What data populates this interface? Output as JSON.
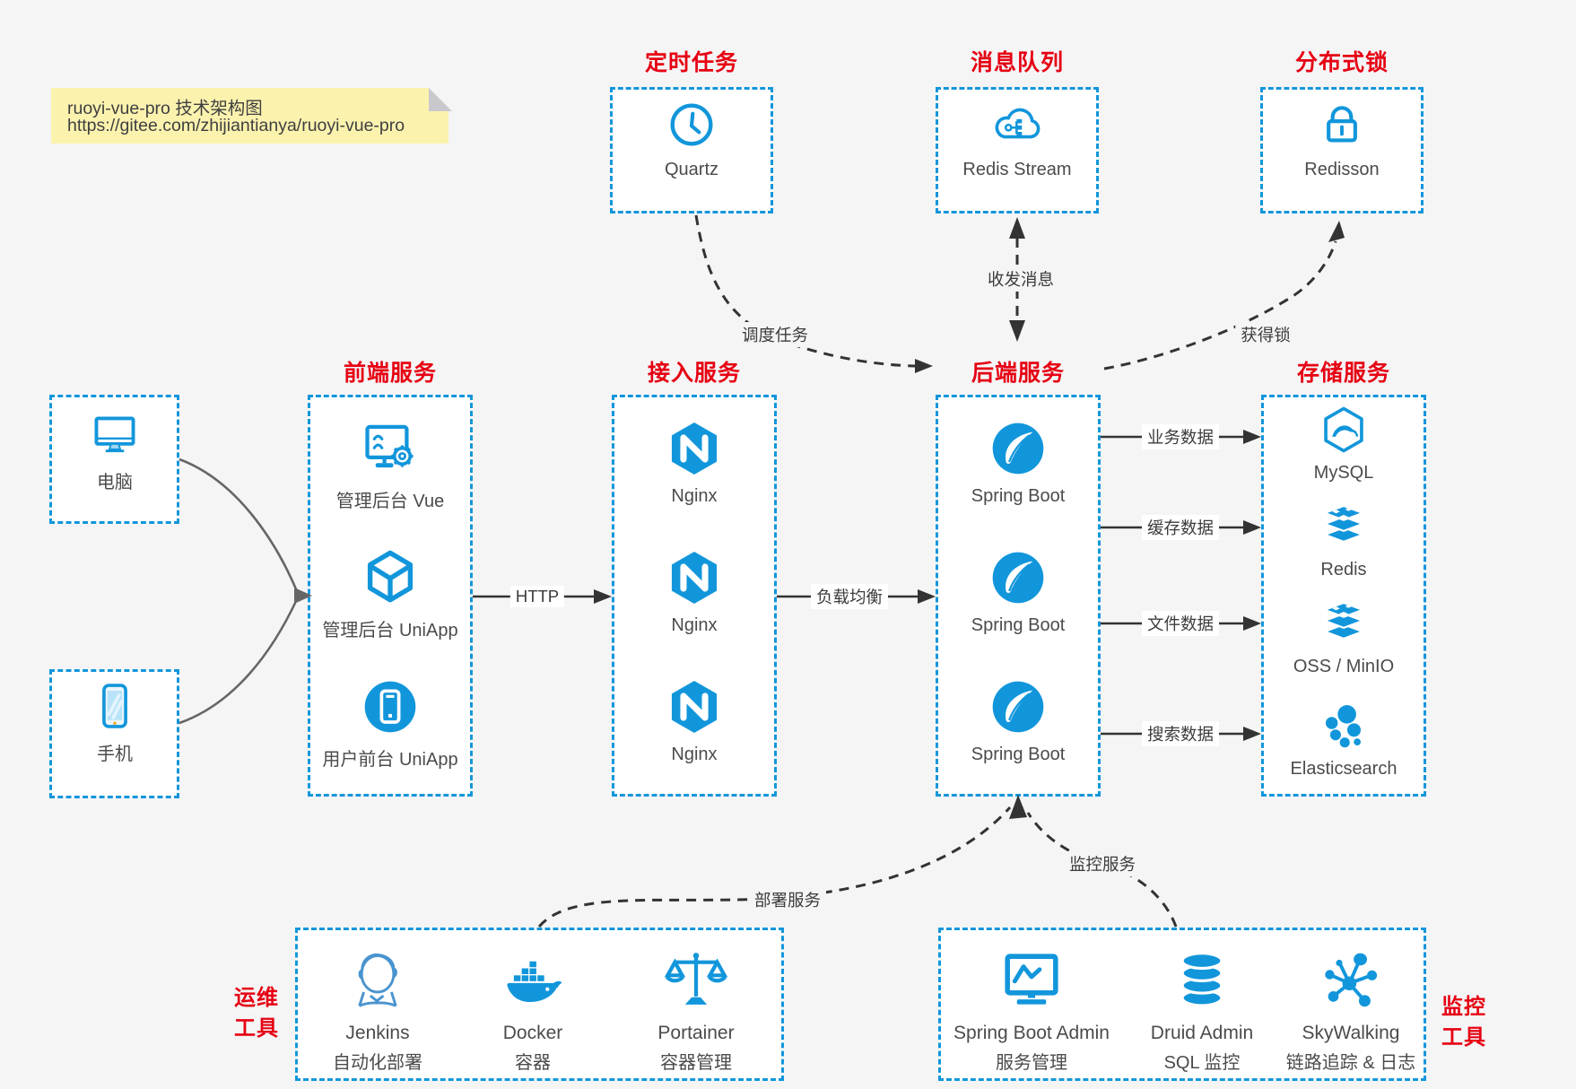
{
  "note": {
    "line1": "ruoyi-vue-pro 技术架构图",
    "line2": "https://gitee.com/zhijiantianya/ruoyi-vue-pro"
  },
  "top_groups": [
    {
      "title": "定时任务",
      "item": {
        "label": "Quartz",
        "icon": "clock-icon"
      }
    },
    {
      "title": "消息队列",
      "item": {
        "label": "Redis Stream",
        "icon": "cloud-network-icon"
      }
    },
    {
      "title": "分布式锁",
      "item": {
        "label": "Redisson",
        "icon": "lock-icon"
      }
    }
  ],
  "clients": [
    {
      "label": "电脑",
      "icon": "desktop-icon"
    },
    {
      "label": "手机",
      "icon": "mobile-icon"
    }
  ],
  "columns": [
    {
      "title": "前端服务",
      "items": [
        {
          "label": "管理后台 Vue",
          "icon": "admin-vue-icon"
        },
        {
          "label": "管理后台 UniApp",
          "icon": "admin-uniapp-cube-icon"
        },
        {
          "label": "用户前台 UniApp",
          "icon": "user-uniapp-phone-icon"
        }
      ]
    },
    {
      "title": "接入服务",
      "items": [
        {
          "label": "Nginx",
          "icon": "nginx-icon"
        },
        {
          "label": "Nginx",
          "icon": "nginx-icon"
        },
        {
          "label": "Nginx",
          "icon": "nginx-icon"
        }
      ]
    },
    {
      "title": "后端服务",
      "items": [
        {
          "label": "Spring Boot",
          "icon": "spring-boot-icon"
        },
        {
          "label": "Spring Boot",
          "icon": "spring-boot-icon"
        },
        {
          "label": "Spring Boot",
          "icon": "spring-boot-icon"
        }
      ]
    },
    {
      "title": "存储服务",
      "items": [
        {
          "label": "MySQL",
          "icon": "mysql-icon"
        },
        {
          "label": "Redis",
          "icon": "redis-icon"
        },
        {
          "label": "OSS / MinIO",
          "icon": "oss-minio-icon"
        },
        {
          "label": "Elasticsearch",
          "icon": "elasticsearch-icon"
        }
      ]
    }
  ],
  "bottom_groups": [
    {
      "side_label_line1": "运维",
      "side_label_line2": "工具",
      "items": [
        {
          "title": "Jenkins",
          "subtitle": "自动化部署",
          "icon": "jenkins-icon"
        },
        {
          "title": "Docker",
          "subtitle": "容器",
          "icon": "docker-icon"
        },
        {
          "title": "Portainer",
          "subtitle": "容器管理",
          "icon": "portainer-icon"
        }
      ]
    },
    {
      "side_label_line1": "监控",
      "side_label_line2": "工具",
      "items": [
        {
          "title": "Spring Boot Admin",
          "subtitle": "服务管理",
          "icon": "spring-boot-admin-icon"
        },
        {
          "title": "Druid Admin",
          "subtitle": "SQL 监控",
          "icon": "druid-icon"
        },
        {
          "title": "SkyWalking",
          "subtitle": "链路追踪 & 日志",
          "icon": "skywalking-icon"
        }
      ]
    }
  ],
  "edge_labels": {
    "http": "HTTP",
    "load_balance": "负载均衡",
    "schedule": "调度任务",
    "message": "收发消息",
    "lock": "获得锁",
    "business": "业务数据",
    "cache": "缓存数据",
    "file": "文件数据",
    "search": "搜索数据",
    "deploy": "部署服务",
    "monitor": "监控服务"
  },
  "colors": {
    "background": "#f5f5f6",
    "box_border_blue": "#1296db",
    "icon_blue": "#1296db",
    "title_red": "#e60113",
    "note_yellow": "#fbf2ae",
    "arrow_black": "#333333",
    "connector_gray": "#666666",
    "label_gray": "#4b4b4d"
  }
}
